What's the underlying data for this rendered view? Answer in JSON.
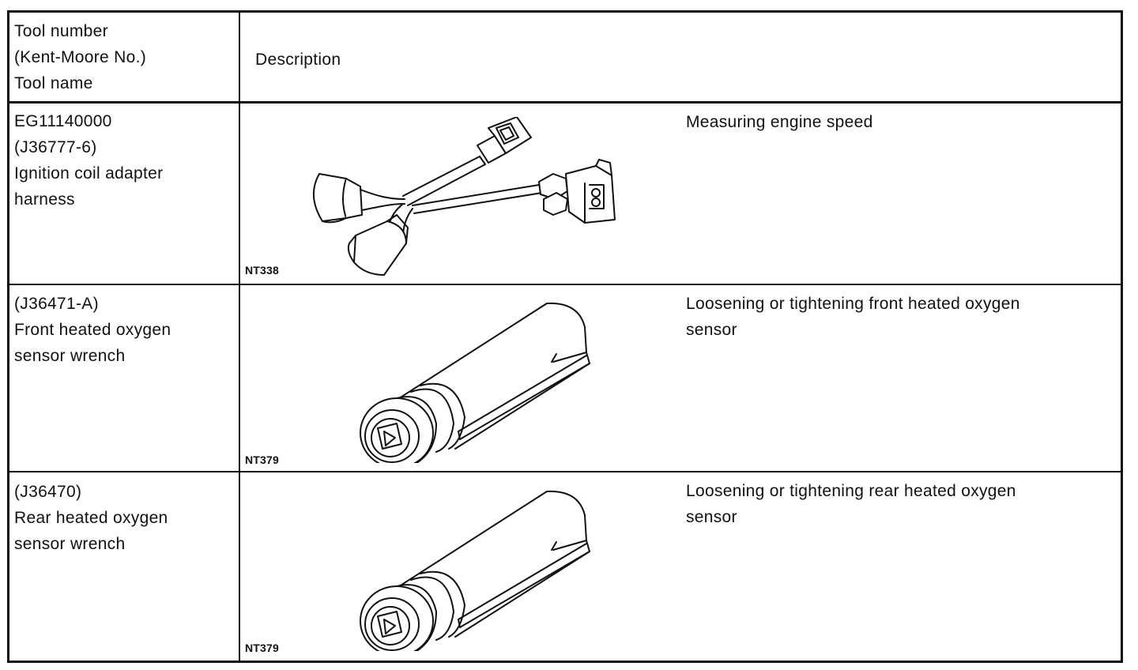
{
  "header": {
    "tool_col": "Tool number\n(Kent-Moore No.)\nTool name",
    "desc_col": "Description"
  },
  "rows": [
    {
      "tool": "EG11140000\n(J36777-6)\nIgnition coil adapter\nharness",
      "figure_code": "NT338",
      "figure_icon": "ignition-coil-adapter-harness-illustration",
      "description": "Measuring engine speed"
    },
    {
      "tool": "(J36471-A)\nFront heated oxygen\nsensor wrench",
      "figure_code": "NT379",
      "figure_icon": "oxygen-sensor-wrench-illustration",
      "description": "Loosening or tightening front heated oxygen\nsensor"
    },
    {
      "tool": "(J36470)\nRear heated oxygen\nsensor wrench",
      "figure_code": "NT379",
      "figure_icon": "oxygen-sensor-wrench-illustration",
      "description": "Loosening or tightening rear heated oxygen\nsensor"
    }
  ]
}
